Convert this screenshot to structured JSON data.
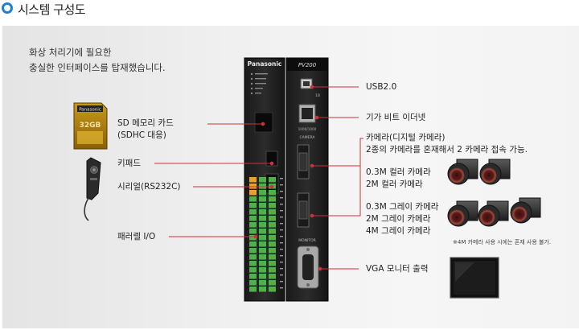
{
  "header": {
    "title": "시스템 구성도"
  },
  "intro": {
    "line1": "화상 처리기에 필요한",
    "line2": "충실한 인터페이스를 탑재했습니다."
  },
  "device": {
    "brand": "Panasonic",
    "model": "PV200",
    "camera_label": "CAMERA",
    "monitor_label": "MONITOR",
    "resolution_label": "1000/1000",
    "usb_sub": "1B"
  },
  "left_labels": {
    "sd": [
      "SD 메모리 카드",
      "(SDHC 대응)"
    ],
    "keypad": "키패드",
    "serial": "시리얼(RS232C)",
    "parallel": "패러렐 I/O"
  },
  "right_labels": {
    "usb": "USB2.0",
    "ethernet": "기가 비트 이더넷",
    "camera_title": [
      "카메라(디지털 카메라)",
      "2종의 카메라를 혼재해서 2 카메라 접속 가능."
    ],
    "color_cams": [
      "0.3M 컬러 카메라",
      "2M 컬러 카메라"
    ],
    "gray_cams": [
      "0.3M 그레이 카메라",
      "2M 그레이 카메라",
      "4M 그레이 카메라"
    ],
    "note": "※4M 카메라 사용 시에는 혼재 사용 불가.",
    "vga": "VGA 모니터 출력"
  },
  "sd_card": {
    "brand": "Panasonic",
    "text": "32GB"
  },
  "colors": {
    "accent": "#1f7fd4",
    "line": "#d0303a",
    "terminal_green": "#4db346",
    "terminal_orange": "#e8a030"
  }
}
